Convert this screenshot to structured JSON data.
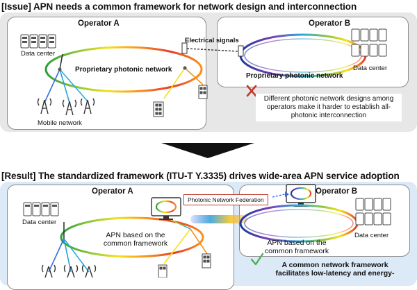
{
  "issue": {
    "title": "[Issue] APN needs a common framework for network design and interconnection",
    "operator_a": {
      "title": "Operator A",
      "data_center": "Data center",
      "network": "Proprietary photonic network",
      "mobile": "Mobile network"
    },
    "operator_b": {
      "title": "Operator B",
      "data_center": "Data center",
      "network": "Proprietary photonic network"
    },
    "electrical_signals": "Electrical signals",
    "problem": "Different photonic network designs among operators make it harder to establish all-photonic interconnection"
  },
  "result": {
    "title": "[Result] The standardized framework (ITU-T Y.3335) drives wide-area APN service adoption",
    "operator_a": {
      "title": "Operator A",
      "data_center": "Data center",
      "network": "APN based on the common framework"
    },
    "operator_b": {
      "title": "Operator B",
      "data_center": "Data center",
      "network": "APN based on the common framework"
    },
    "federation": "Photonic Network Federation",
    "benefit": "A common network framework facilitates low-latency and energy-"
  },
  "icons": {
    "fail": "cross-mark-icon",
    "ok": "check-mark-icon",
    "arrow": "down-arrow-icon"
  },
  "colors": {
    "top_panel": "#e7e7e7",
    "bottom_panel": "#dce9f6",
    "cross": "#c0392b",
    "check": "#4caf50",
    "arrow": "#111111",
    "federation_box": "#c0392b"
  }
}
